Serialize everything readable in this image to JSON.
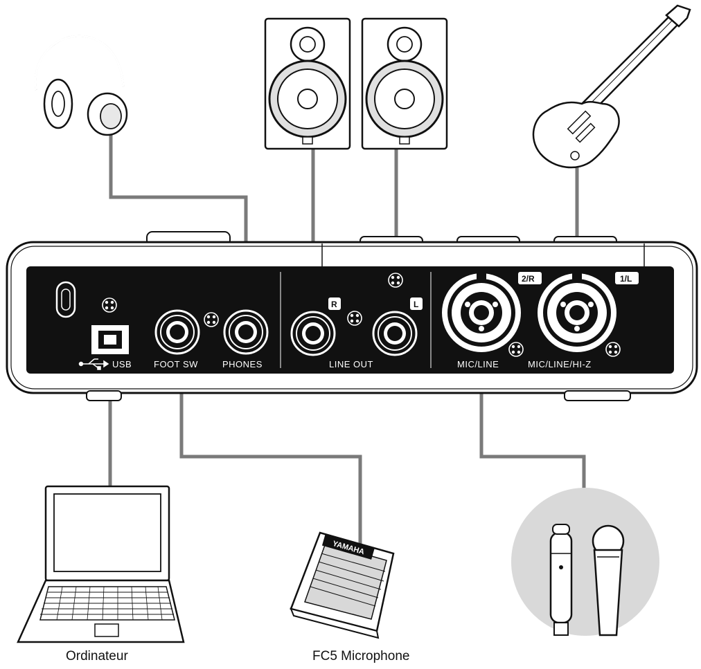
{
  "panel_labels": {
    "usb": "USB",
    "foot_sw": "FOOT SW",
    "phones": "PHONES",
    "line_out": "LINE OUT",
    "mic_line": "MIC/LINE",
    "mic_line_hiz": "MIC/LINE/HI-Z"
  },
  "badges": {
    "r": "R",
    "l": "L",
    "ch2": "2/R",
    "ch1": "1/L"
  },
  "pedal_brand": "YAMAHA",
  "captions": {
    "computer": "Ordinateur",
    "pedal": "FC5 Microphone"
  }
}
